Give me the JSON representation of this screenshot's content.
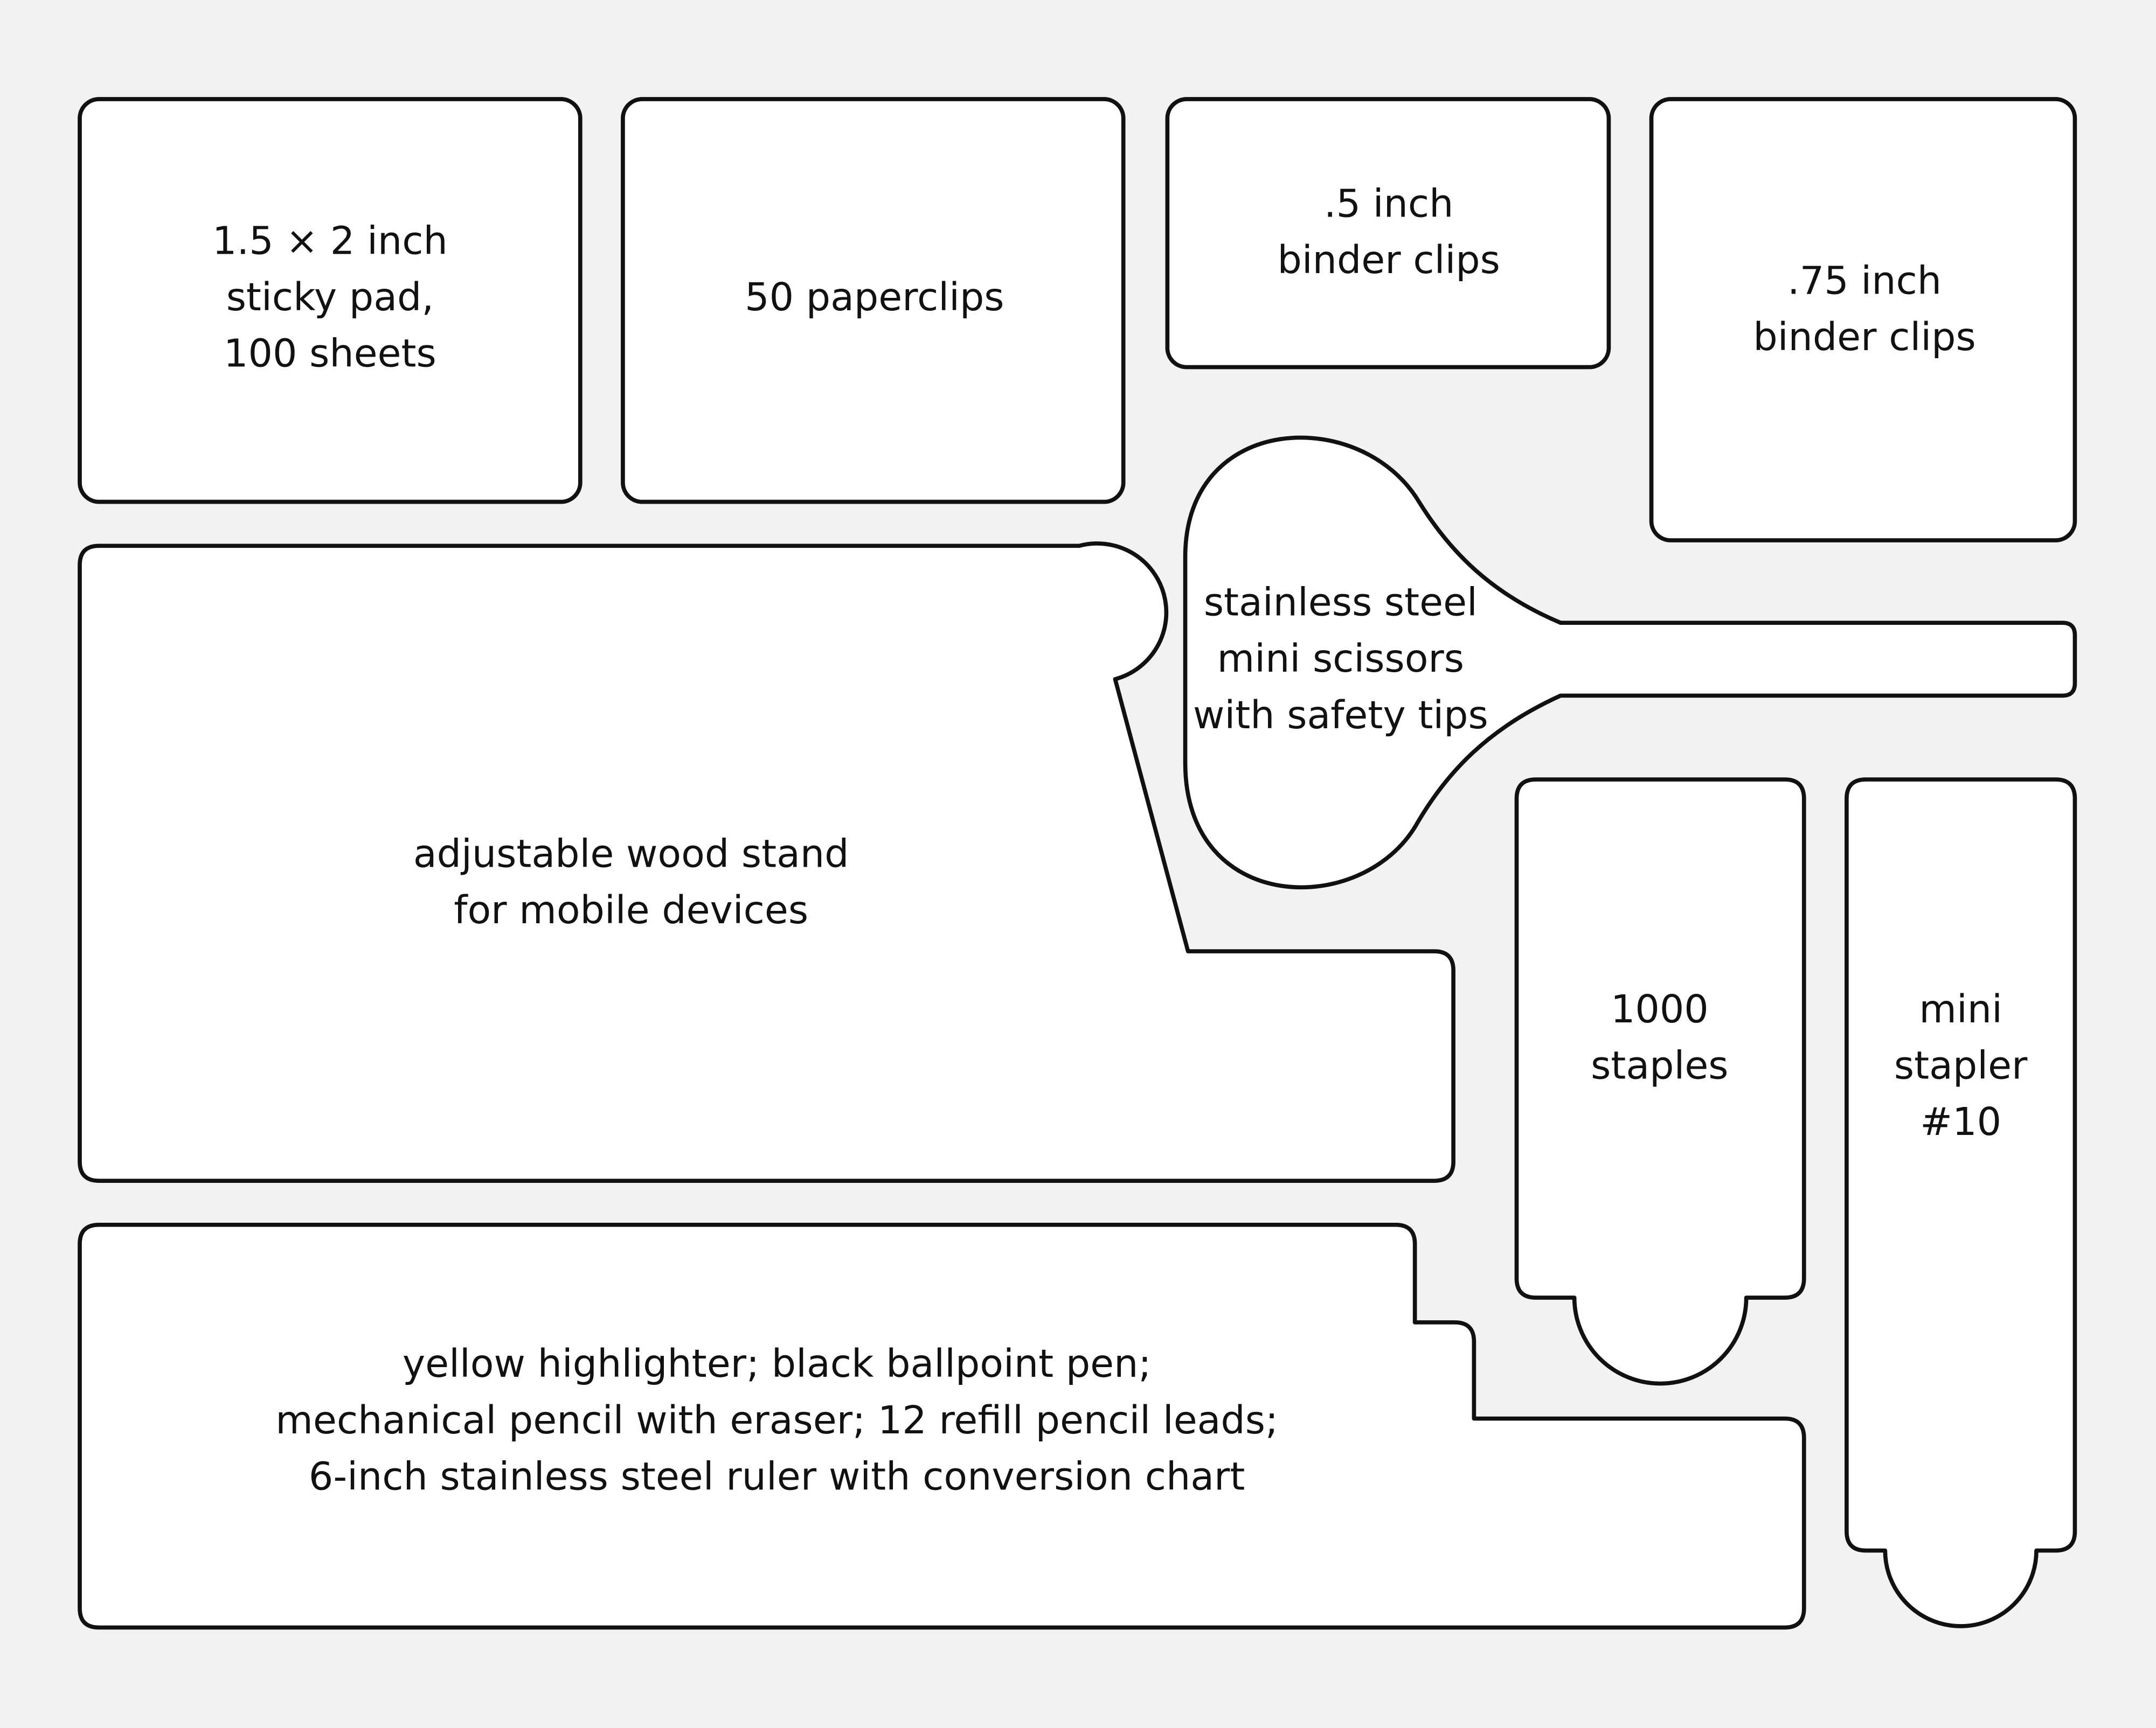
{
  "colors": {
    "background": "#f2f2f2",
    "compartment_fill": "#ffffff",
    "outline": "#111111"
  },
  "compartments": {
    "sticky_pad": {
      "lines": [
        "1.5 × 2 inch",
        "sticky pad,",
        "100 sheets"
      ]
    },
    "paperclips": {
      "lines": [
        "50 paperclips"
      ]
    },
    "binder_clips_half": {
      "lines": [
        ".5 inch",
        "binder clips"
      ]
    },
    "binder_clips_three_quarter": {
      "lines": [
        ".75 inch",
        "binder clips"
      ]
    },
    "scissors": {
      "lines": [
        "stainless steel",
        "mini scissors",
        "with safety tips"
      ]
    },
    "wood_stand": {
      "lines": [
        "adjustable wood stand",
        "for mobile devices"
      ]
    },
    "staples": {
      "lines": [
        "1000",
        "staples"
      ]
    },
    "stapler": {
      "lines": [
        "mini",
        "stapler",
        "#10"
      ]
    },
    "writing_tools": {
      "lines": [
        "yellow highlighter; black ballpoint pen;",
        "mechanical pencil with eraser; 12 refill pencil leads;",
        "6-inch stainless steel ruler with conversion chart"
      ]
    }
  }
}
